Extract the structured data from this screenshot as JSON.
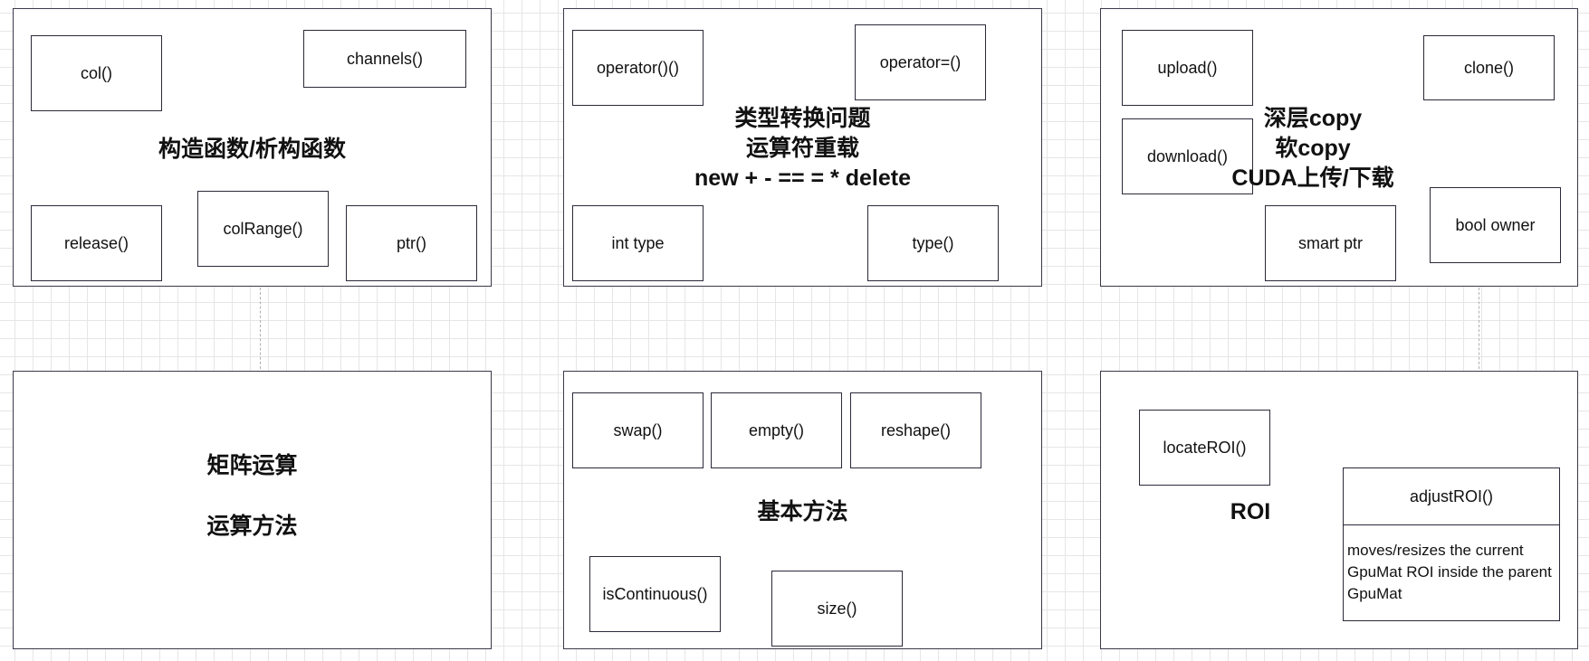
{
  "panels": {
    "lifecycle": {
      "title": "构造函数/析构函数",
      "methods": {
        "col": "col()",
        "channels": "channels()",
        "release": "release()",
        "colRange": "colRange()",
        "ptr": "ptr()"
      }
    },
    "operators": {
      "title_lines": [
        "类型转换问题",
        "运算符重载",
        "new + - == = * delete"
      ],
      "methods": {
        "call": "operator()()",
        "assign": "operator=()",
        "int_type": "int type",
        "type": "type()"
      }
    },
    "transfer": {
      "title_lines": [
        "深层copy",
        "软copy",
        "CUDA上传/下载"
      ],
      "methods": {
        "upload": "upload()",
        "clone": "clone()",
        "download": "download()",
        "smart_ptr": "smart ptr",
        "bool_owner": "bool owner"
      }
    },
    "matrix": {
      "title_lines": [
        "矩阵运算",
        "运算方法"
      ]
    },
    "basic": {
      "title": "基本方法",
      "methods": {
        "swap": "swap()",
        "empty": "empty()",
        "reshape": "reshape()",
        "isContinuous": "isContinuous()",
        "size": "size()"
      }
    },
    "roi": {
      "title": "ROI",
      "methods": {
        "locateROI": "locateROI()"
      },
      "adjust": {
        "name": "adjustROI()",
        "description": "moves/resizes the current GpuMat ROI inside the parent GpuMat"
      }
    }
  }
}
